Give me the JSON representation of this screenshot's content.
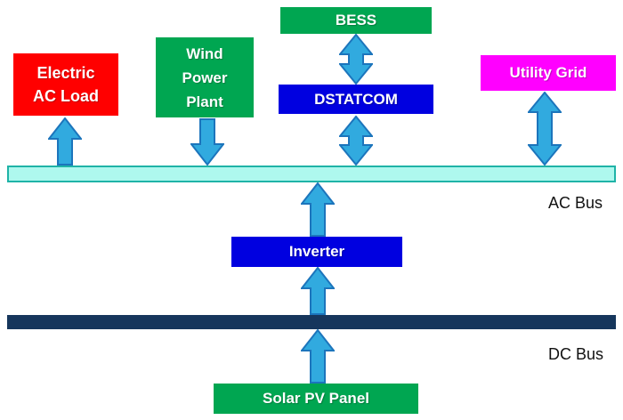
{
  "diagram": {
    "colors": {
      "green": "#00A651",
      "red": "#FF0000",
      "blue": "#0000E0",
      "magenta": "#FF00FF",
      "arrow_fill": "#31AADF",
      "arrow_stroke": "#1C75BC",
      "ac_bus_fill": "#AEF8EE",
      "ac_bus_border": "#1FB3A7",
      "dc_bus_fill": "#16365C",
      "text_on_box": "#FFFFFF",
      "label_text": "#111111"
    },
    "nodes": {
      "bess": {
        "label": "BESS",
        "color": "#00A651"
      },
      "wind_power_plant": {
        "line1": "Wind",
        "line2": "Power",
        "line3": "Plant",
        "color": "#00A651"
      },
      "electric_ac_load": {
        "line1": "Electric",
        "line2": "AC Load",
        "color": "#FF0000"
      },
      "dstatcom": {
        "label": "DSTATCOM",
        "color": "#0000E0"
      },
      "utility_grid": {
        "label": "Utility Grid",
        "color": "#FF00FF"
      },
      "inverter": {
        "label": "Inverter",
        "color": "#0000E0"
      },
      "solar_pv_panel": {
        "label": "Solar PV Panel",
        "color": "#00A651"
      }
    },
    "buses": {
      "ac_bus": {
        "label": "AC Bus"
      },
      "dc_bus": {
        "label": "DC Bus"
      }
    },
    "connections": [
      {
        "from": "bess",
        "to": "dstatcom",
        "type": "bidirectional"
      },
      {
        "from": "dstatcom",
        "to": "ac_bus",
        "type": "bidirectional"
      },
      {
        "from": "ac_bus",
        "to": "electric_ac_load",
        "type": "one-way-up"
      },
      {
        "from": "wind_power_plant",
        "to": "ac_bus",
        "type": "one-way-down"
      },
      {
        "from": "utility_grid",
        "to": "ac_bus",
        "type": "bidirectional"
      },
      {
        "from": "inverter",
        "to": "ac_bus",
        "type": "one-way-up"
      },
      {
        "from": "dc_bus",
        "to": "inverter",
        "type": "one-way-up"
      },
      {
        "from": "solar_pv_panel",
        "to": "dc_bus",
        "type": "one-way-up"
      }
    ]
  }
}
